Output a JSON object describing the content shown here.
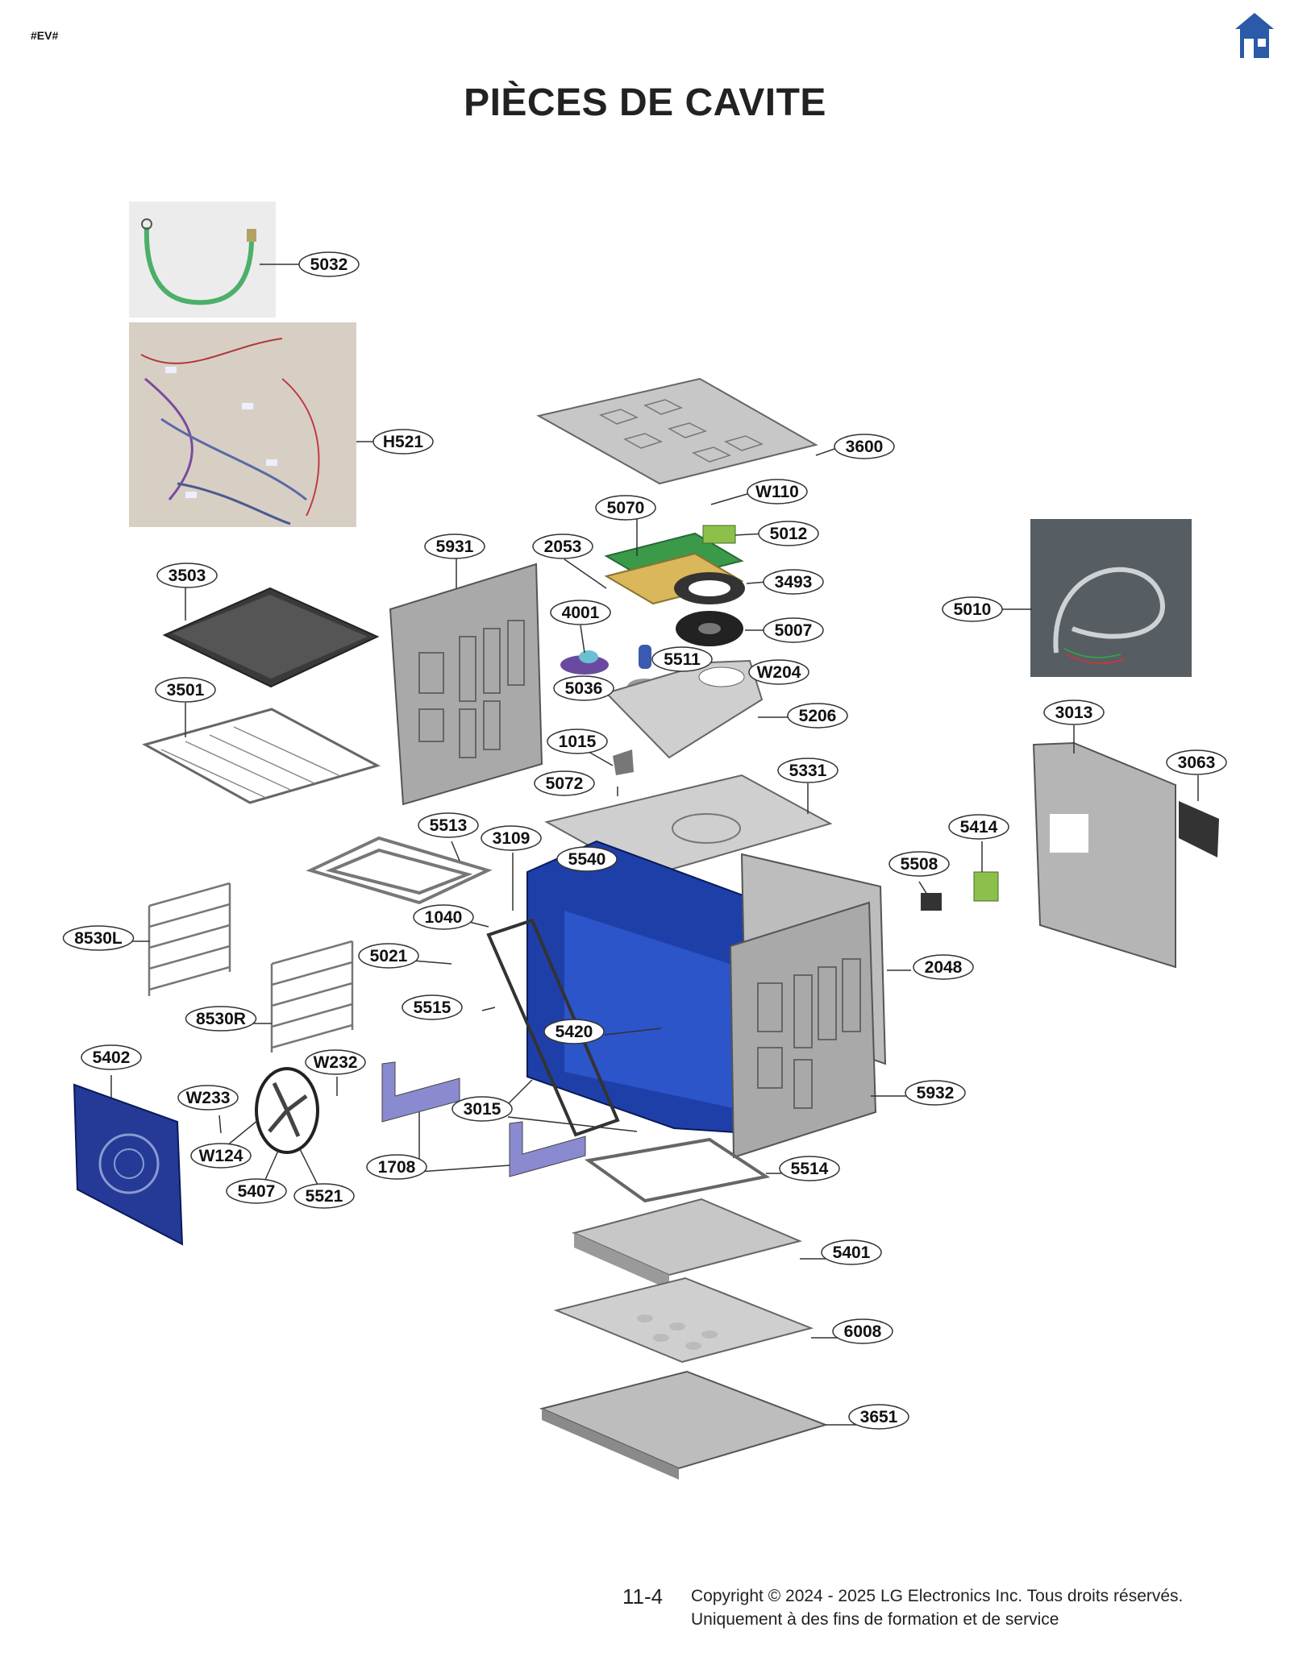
{
  "header": {
    "tag": "#EV#",
    "home_icon": "home-icon"
  },
  "title": "PIÈCES DE CAVITE",
  "callouts": [
    {
      "id": "p5032",
      "label": "5032"
    },
    {
      "id": "pH521",
      "label": "H521"
    },
    {
      "id": "p3600",
      "label": "3600"
    },
    {
      "id": "pW110",
      "label": "W110"
    },
    {
      "id": "p5070",
      "label": "5070"
    },
    {
      "id": "p5012",
      "label": "5012"
    },
    {
      "id": "p5931",
      "label": "5931"
    },
    {
      "id": "p2053",
      "label": "2053"
    },
    {
      "id": "p3493",
      "label": "3493"
    },
    {
      "id": "p3503",
      "label": "3503"
    },
    {
      "id": "p4001",
      "label": "4001"
    },
    {
      "id": "p5007",
      "label": "5007"
    },
    {
      "id": "p5010",
      "label": "5010"
    },
    {
      "id": "p5511",
      "label": "5511"
    },
    {
      "id": "pW204",
      "label": "W204"
    },
    {
      "id": "p3501",
      "label": "3501"
    },
    {
      "id": "p5036",
      "label": "5036"
    },
    {
      "id": "p5206",
      "label": "5206"
    },
    {
      "id": "p3013",
      "label": "3013"
    },
    {
      "id": "p1015",
      "label": "1015"
    },
    {
      "id": "p3063",
      "label": "3063"
    },
    {
      "id": "p5072",
      "label": "5072"
    },
    {
      "id": "p5331",
      "label": "5331"
    },
    {
      "id": "p5414",
      "label": "5414"
    },
    {
      "id": "p5513",
      "label": "5513"
    },
    {
      "id": "p3109",
      "label": "3109"
    },
    {
      "id": "p5540",
      "label": "5540"
    },
    {
      "id": "p5508",
      "label": "5508"
    },
    {
      "id": "p1040",
      "label": "1040"
    },
    {
      "id": "p8530L",
      "label": "8530L"
    },
    {
      "id": "p5021",
      "label": "5021"
    },
    {
      "id": "p2048",
      "label": "2048"
    },
    {
      "id": "p5515",
      "label": "5515"
    },
    {
      "id": "p8530R",
      "label": "8530R"
    },
    {
      "id": "p5420",
      "label": "5420"
    },
    {
      "id": "p5402",
      "label": "5402"
    },
    {
      "id": "pW232",
      "label": "W232"
    },
    {
      "id": "p5932",
      "label": "5932"
    },
    {
      "id": "pW233",
      "label": "W233"
    },
    {
      "id": "p3015",
      "label": "3015"
    },
    {
      "id": "pW124",
      "label": "W124"
    },
    {
      "id": "p1708",
      "label": "1708"
    },
    {
      "id": "p5514",
      "label": "5514"
    },
    {
      "id": "p5407",
      "label": "5407"
    },
    {
      "id": "p5521",
      "label": "5521"
    },
    {
      "id": "p5401",
      "label": "5401"
    },
    {
      "id": "p6008",
      "label": "6008"
    },
    {
      "id": "p3651",
      "label": "3651"
    }
  ],
  "footer": {
    "page_number": "11-4",
    "copyright_line1": "Copyright © 2024 - 2025 LG Electronics Inc. Tous droits réservés.",
    "copyright_line2": "Uniquement à des fins de formation et de service"
  },
  "colors": {
    "cavity_blue": "#1f3fa8",
    "link_blue": "#2a5aa8",
    "part_gray": "#9a9a9a",
    "wire_green": "#4caf6a"
  }
}
